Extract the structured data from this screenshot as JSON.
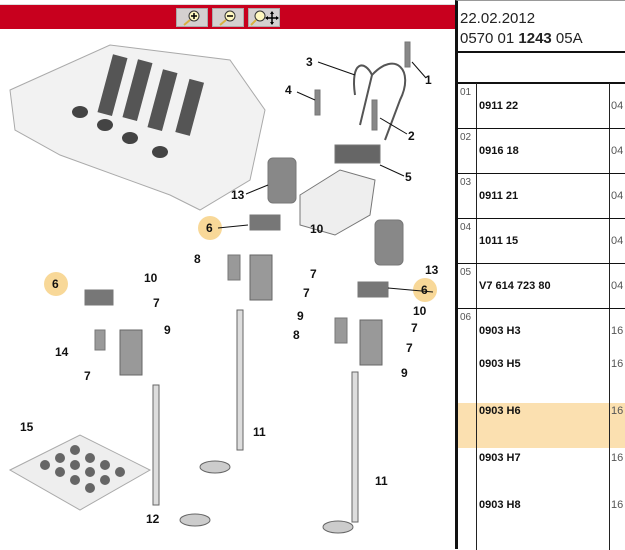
{
  "toolbar": {
    "buttons": [
      {
        "name": "zoom-in"
      },
      {
        "name": "zoom-out"
      },
      {
        "name": "zoom-pan"
      }
    ],
    "color": "#c8001e"
  },
  "header": {
    "date": "22.02.2012",
    "ref_prefix": "0570 01 ",
    "ref_bold": "1243",
    "ref_suffix": " 05A"
  },
  "rows": [
    {
      "index": "01",
      "part": "0911 22",
      "qty": "04"
    },
    {
      "index": "02",
      "part": "0916 18",
      "qty": "04"
    },
    {
      "index": "03",
      "part": "0911 21",
      "qty": "04"
    },
    {
      "index": "04",
      "part": "1011 15",
      "qty": "04"
    },
    {
      "index": "05",
      "part": "V7 614 723 80",
      "qty": "04"
    },
    {
      "index": "06",
      "variants": [
        {
          "part": "0903 H3",
          "qty": "16"
        },
        {
          "part": "0903 H5",
          "qty": "16"
        },
        {
          "part": "0903 H6",
          "qty": "16",
          "highlighted": true
        },
        {
          "part": "0903 H7",
          "qty": "16"
        },
        {
          "part": "0903 H8",
          "qty": "16"
        }
      ]
    }
  ],
  "diagram": {
    "callouts": {
      "c1": "1",
      "c2": "2",
      "c3": "3",
      "c4": "4",
      "c5": "5",
      "c6": "6",
      "c7": "7",
      "c8": "8",
      "c9": "9",
      "c10": "10",
      "c11": "11",
      "c12": "12",
      "c13": "13",
      "c14": "14",
      "c15": "15"
    },
    "highlight_color": "#f8d898"
  }
}
